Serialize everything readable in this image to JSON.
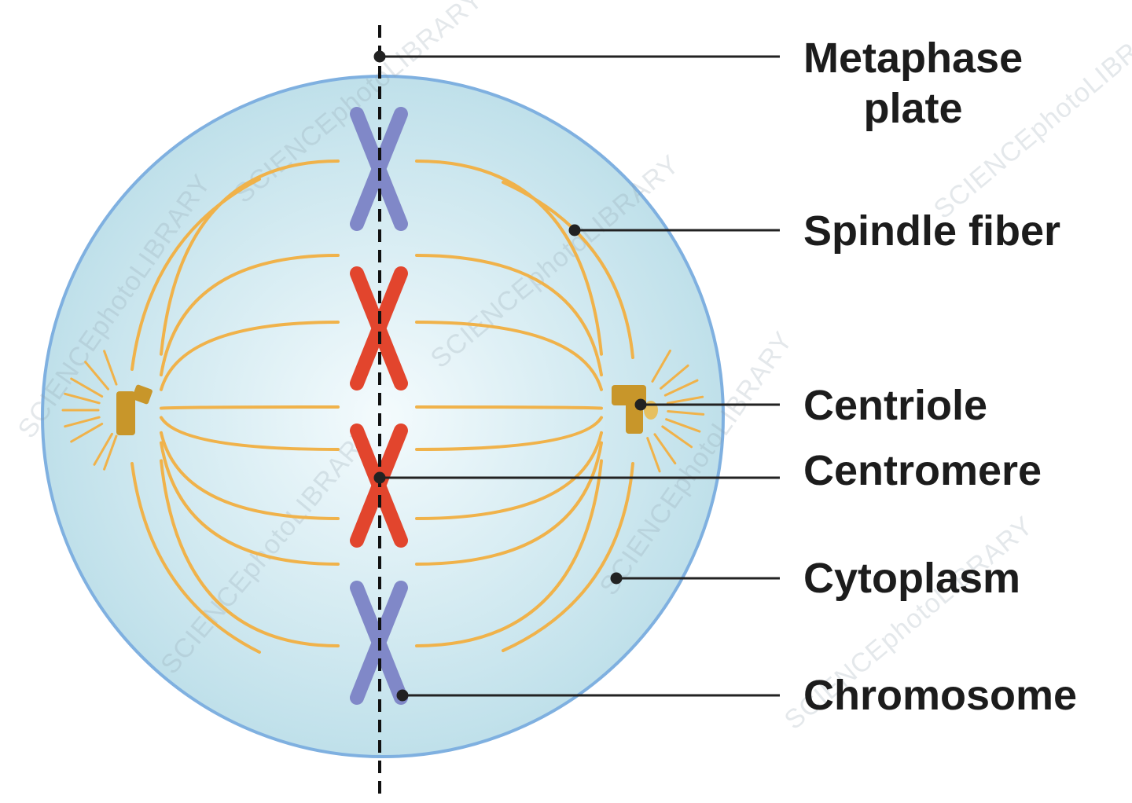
{
  "labels": {
    "metaphase_plate_line1": "Metaphase",
    "metaphase_plate_line2": "plate",
    "spindle_fiber": "Spindle fiber",
    "centriole": "Centriole",
    "centromere": "Centromere",
    "cytoplasm": "Cytoplasm",
    "chromosome": "Chromosome"
  },
  "watermark": "SCIENCEphotoLIBRARY",
  "colors": {
    "cell_outline": "#7fb0e0",
    "cytoplasm_center": "#f4fbfd",
    "cytoplasm_edge": "#bfe0ea",
    "spindle_fiber": "#f0b24a",
    "chromosome_blue": "#8088c8",
    "chromosome_red": "#e2452d",
    "centriole": "#c8962a",
    "leader_line": "#222222"
  }
}
